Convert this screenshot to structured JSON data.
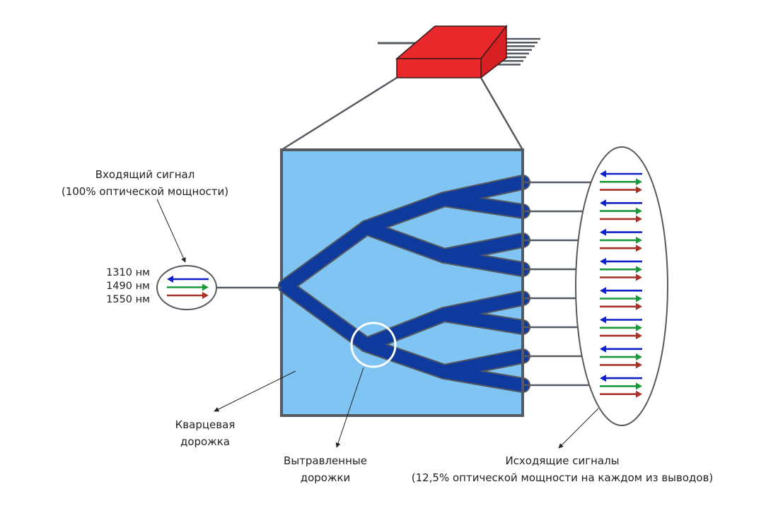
{
  "diagram": {
    "title": "PLC splitter 1x8",
    "colors": {
      "chip_red": "#e8282a",
      "substrate": "#80c4f4",
      "waveguide": "#0e3a9e",
      "outline": "#555a60",
      "arrow_1310": "#1020c8",
      "arrow_1490": "#1a9a3a",
      "arrow_1550": "#a83228"
    },
    "input": {
      "label_line1": "Входящий сигнал",
      "label_line2": "(100% оптической мощности)",
      "power_percent": 100,
      "wavelengths": [
        {
          "label": "1310 нм",
          "direction": "left",
          "color_key": "arrow_1310"
        },
        {
          "label": "1490 нм",
          "direction": "right",
          "color_key": "arrow_1490"
        },
        {
          "label": "1550 нм",
          "direction": "right",
          "color_key": "arrow_1550"
        }
      ]
    },
    "splitter": {
      "outputs_count": 8
    },
    "labels": {
      "quartz_line1": "Кварцевая",
      "quartz_line2": "дорожка",
      "etched_line1": "Вытравленные",
      "etched_line2": "дорожки",
      "output_line1": "Исходящие сигналы",
      "output_line2": "(12,5% оптической мощности на каждом из выводов)"
    },
    "output": {
      "power_percent_each": 12.5
    }
  }
}
